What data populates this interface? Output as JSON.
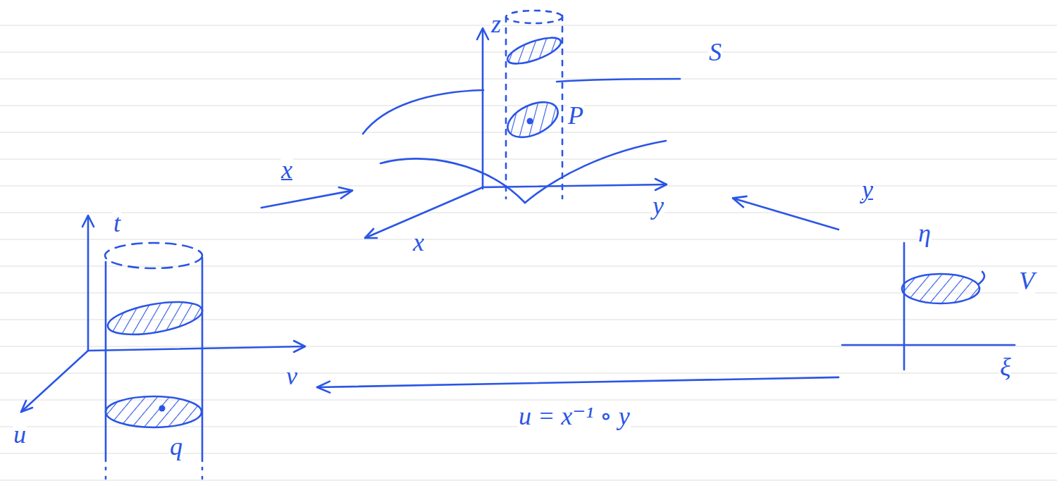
{
  "diagram": {
    "nodes": [
      {
        "text": [
          "t",
          "v",
          "u",
          "q"
        ]
      },
      {
        "text": [
          "z",
          "y",
          "x",
          "P",
          "S"
        ]
      },
      {
        "text": [
          "η",
          "ξ",
          "V"
        ]
      }
    ],
    "edges": [
      {
        "from": 0,
        "to": 1,
        "label": "x",
        "arrow": "to"
      },
      {
        "from": 2,
        "to": 1,
        "label": "y",
        "arrow": "to"
      },
      {
        "from": 2,
        "to": 0,
        "label": "u = x⁻¹ ∘ y",
        "arrow": "to"
      }
    ]
  }
}
